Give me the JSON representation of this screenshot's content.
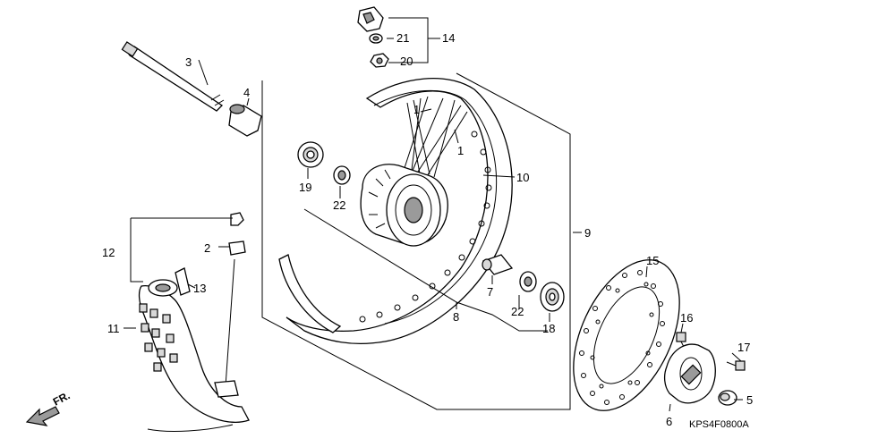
{
  "diagram": {
    "callouts": {
      "c1a": "1",
      "c1b": "1",
      "c2": "2",
      "c3": "3",
      "c4": "4",
      "c5": "5",
      "c6": "6",
      "c7": "7",
      "c8": "8",
      "c9": "9",
      "c10": "10",
      "c11": "11",
      "c12": "12",
      "c13": "13",
      "c14": "14",
      "c15": "15",
      "c16": "16",
      "c17": "17",
      "c18": "18",
      "c19": "19",
      "c20": "20",
      "c21": "21",
      "c22a": "22",
      "c22b": "22"
    },
    "direction_label": "FR.",
    "diagram_code": "KPS4F0800A"
  }
}
